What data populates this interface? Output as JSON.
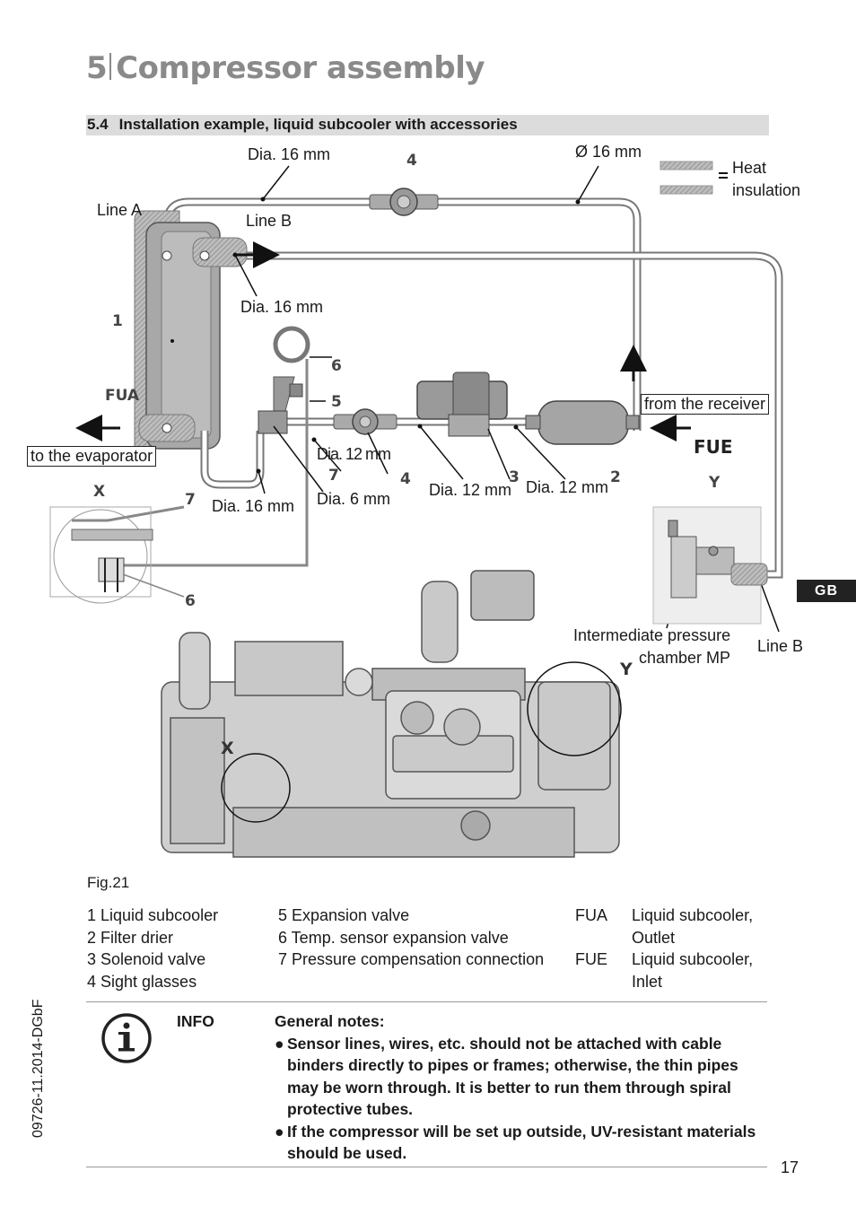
{
  "header": {
    "chapter_number": "5",
    "chapter_title": "Compressor assembly",
    "section_number": "5.4",
    "section_title": "Installation example, liquid subcooler with accessories"
  },
  "diagram": {
    "labels": {
      "dia16_top": "Dia. 16 mm",
      "o16_top": "Ø 16 mm",
      "heat": "Heat",
      "insulation": "insulation",
      "line_a": "Line A",
      "line_b_top": "Line B",
      "dia16_mid": "Dia. 16 mm",
      "fua": "FUA",
      "fue": "FUE",
      "to_evaporator": "to the evaporator",
      "from_receiver": "from the receiver",
      "dia12_a": "Dia. 12 mm",
      "dia6": "Dia. 6 mm",
      "dia16_bottom": "Dia. 16 mm",
      "dia12_b": "Dia. 12 mm",
      "dia12_c": "Dia. 12 mm",
      "intermediate_1": "Intermediate pressure",
      "intermediate_2": "chamber MP",
      "line_b_right": "Line B",
      "x_top": "X",
      "y_top": "Y",
      "x_comp": "X",
      "y_comp": "Y"
    },
    "numbers": {
      "n1": "1",
      "n2": "2",
      "n3": "3",
      "n4_top": "4",
      "n4_mid": "4",
      "n5": "5",
      "n6": "6",
      "n6_detail": "6",
      "n7": "7",
      "n7_detail": "7"
    }
  },
  "side_tab": "GB",
  "figure_caption": "Fig.21",
  "legend": {
    "col1": [
      "1 Liquid subcooler",
      "2 Filter drier",
      "3 Solenoid valve",
      "4 Sight glasses"
    ],
    "col2": [
      "5 Expansion valve",
      "6 Temp. sensor expansion valve",
      "7 Pressure compensation connection"
    ],
    "col3_codes": [
      "FUA",
      "FUE"
    ],
    "col4": {
      "fua_1": "Liquid subcooler,",
      "fua_2": "Outlet",
      "fue_1": "Liquid subcooler,",
      "fue_2": "Inlet"
    }
  },
  "info": {
    "label": "INFO",
    "heading": "General notes:",
    "bullets": [
      "Sensor lines, wires, etc. should not be attached with cable binders directly to pipes or frames; otherwise, the thin pipes may be worn through. It is better to run them through spiral protective tubes.",
      "If the compressor will be set up outside, UV-resistant materials should be used."
    ]
  },
  "footer": {
    "doc_code": "09726-11.2014-DGbF",
    "page_number": "17"
  }
}
